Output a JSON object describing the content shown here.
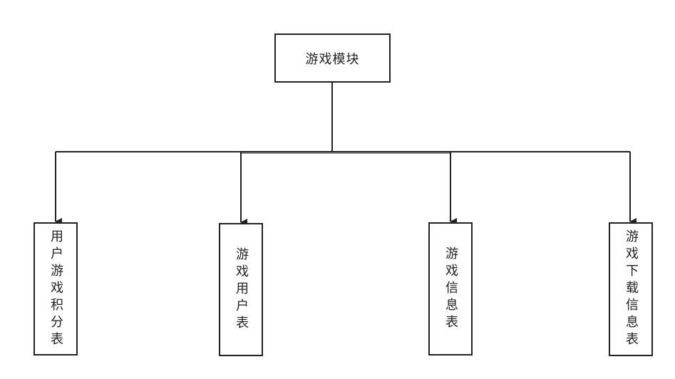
{
  "root": {
    "label": "游戏模块"
  },
  "children": [
    {
      "label": "用户游戏积分表"
    },
    {
      "label": "游戏用户表"
    },
    {
      "label": "游戏信息表"
    },
    {
      "label": "游戏下载信息表"
    }
  ]
}
